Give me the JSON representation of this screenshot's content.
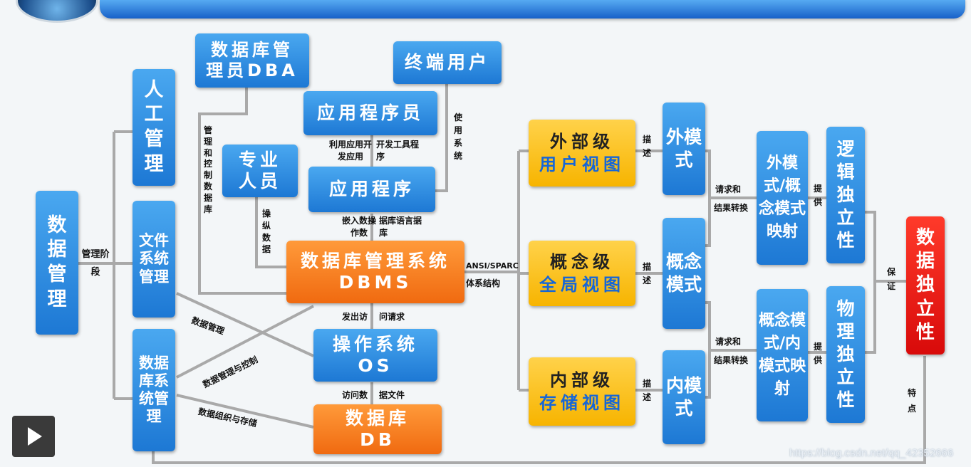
{
  "boxes": {
    "data_mgmt": "数据管理",
    "manual": "人工管理",
    "file_sys": "文件系统管理",
    "db_sys": "数据库系统管理",
    "dba": "数据库管理员DBA",
    "end_user": "终端用户",
    "programmer": "应用程序员",
    "specialist": "专业人员",
    "app": "应用程序",
    "dbms_line1": "数据库管理系统",
    "dbms_line2": "DBMS",
    "os_line1": "操作系统",
    "os_line2": "OS",
    "db_line1": "数据库",
    "db_line2": "DB",
    "ext_level_top": "外部级",
    "ext_level_bottom": "用户视图",
    "con_level_top": "概念级",
    "con_level_bottom": "全局视图",
    "int_level_top": "内部级",
    "int_level_bottom": "存储视图",
    "ext_schema": "外模式",
    "con_schema": "概念模式",
    "int_schema": "内模式",
    "ext_con_map": "外模式/概念模式映射",
    "con_int_map": "概念模式/内模式映射",
    "logical_indep": "逻辑独立性",
    "physical_indep": "物理独立性",
    "data_indep": "数据独立性"
  },
  "labels": {
    "mgmt_stage": "管理阶段",
    "mgmt_control_db": "管理和控制数据库",
    "use_system": "使用系统",
    "use_app_dev_left": "利用应用开发应用",
    "use_app_dev_right": "开发工具程序",
    "operate_data": "操纵数据",
    "embed_left": "嵌入数操作数",
    "embed_right": "据库语言据库",
    "ansi_line1": "ANSI/SPARC",
    "ansi_line2": "体系结构",
    "request_os_left": "发出访",
    "request_os_right": "问请求",
    "access_left": "访问数",
    "access_right": "据文件",
    "data_mgmt_small": "数据管理",
    "data_mgmt_control": "数据管理与控制",
    "data_org_storage": "数据组织与存储",
    "describe": "描述",
    "req_convert_line1": "请求和",
    "req_convert_line2": "结果转换",
    "provide": "提供",
    "guarantee": "保证",
    "feature": "特点"
  },
  "watermark": "https://blog.csdn.net/qq_42352666",
  "colors": {
    "blue": "#1d78d4",
    "orange": "#f06a10",
    "yellow": "#f7b400",
    "red": "#d80a0a",
    "line": "#a9a9a9"
  }
}
